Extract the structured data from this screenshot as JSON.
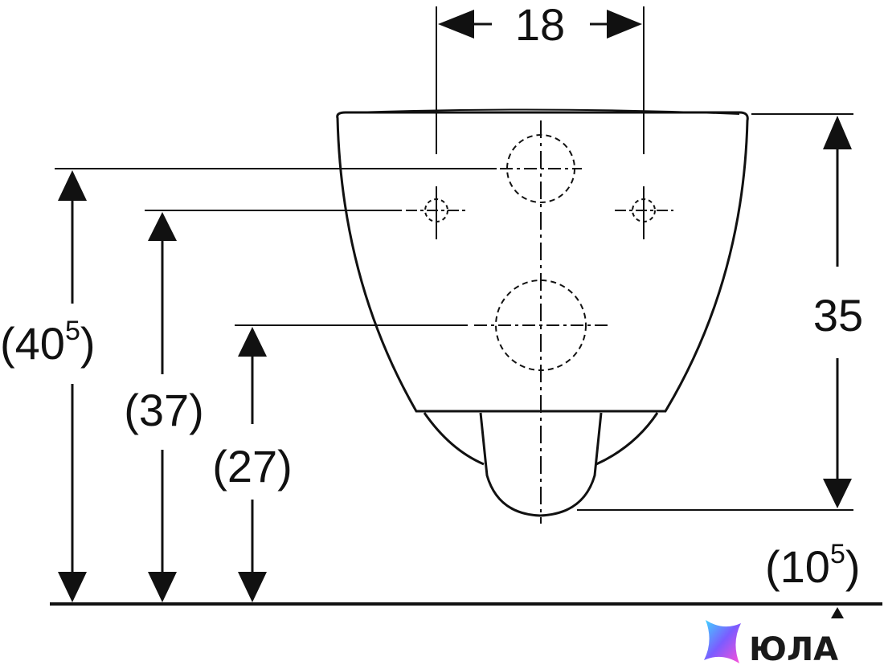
{
  "dimensions": {
    "hole_spacing": "18",
    "height": "35",
    "top_fixing": {
      "main": "(40",
      "sup": "5",
      "close": ")"
    },
    "bolt_height": "(37)",
    "outlet_height": "(27)",
    "bottom_clearance": {
      "main": "(10",
      "sup": "5",
      "close": ")"
    }
  },
  "watermark": {
    "text": "ЮЛА",
    "icon": "star-logo-icon",
    "colors": [
      "#3fd6ff",
      "#7b5cff",
      "#ff4fd8"
    ]
  },
  "colors": {
    "line": "#111111",
    "background": "#ffffff"
  }
}
